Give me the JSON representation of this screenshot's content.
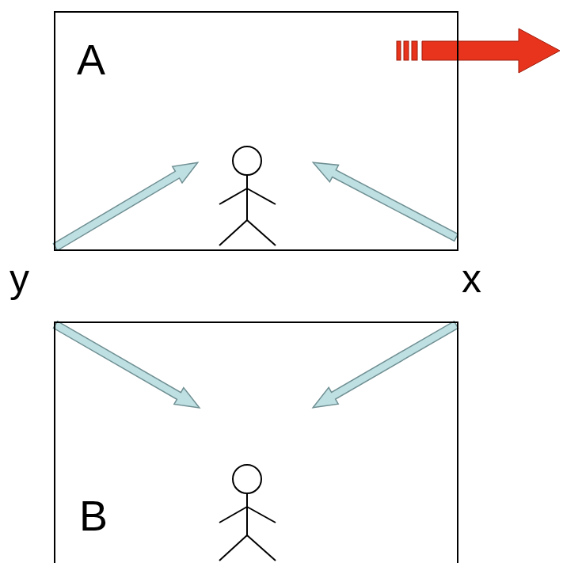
{
  "diagram": {
    "nodes": [
      {
        "text": [
          "A"
        ]
      },
      {
        "text": [
          "B"
        ]
      }
    ],
    "labels": [
      "y",
      "x"
    ]
  }
}
